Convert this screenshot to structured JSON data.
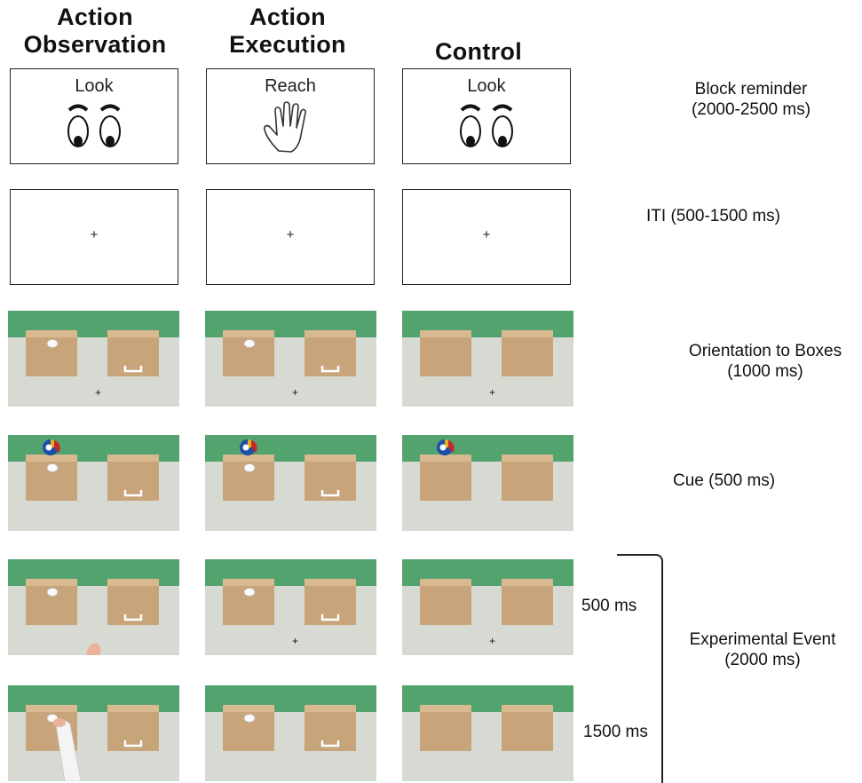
{
  "columns": [
    {
      "line1": "Action",
      "line2": "Observation"
    },
    {
      "line1": "Action",
      "line2": "Execution"
    },
    {
      "line1": "Control",
      "line2": ""
    }
  ],
  "reminder_words": [
    "Look",
    "Reach",
    "Look"
  ],
  "reminder_icons": [
    "eyes-icon",
    "hand-icon",
    "eyes-icon"
  ],
  "fixation_symbol": "+",
  "steps": [
    {
      "line1": "Block reminder",
      "line2": "(2000-2500 ms)"
    },
    {
      "line1": "ITI (500-1500 ms)",
      "line2": ""
    },
    {
      "line1": "Orientation to Boxes",
      "line2": "(1000 ms)"
    },
    {
      "line1": "Cue (500 ms)",
      "line2": ""
    },
    {
      "line1": "Experimental Event",
      "line2": "(2000 ms)"
    }
  ],
  "sub_durations": [
    "500 ms",
    "1500 ms"
  ],
  "colors": {
    "wall": "#52a36e",
    "floor": "#d6dad3",
    "box": "#c8a47b",
    "box_top": "#d9b98f"
  }
}
